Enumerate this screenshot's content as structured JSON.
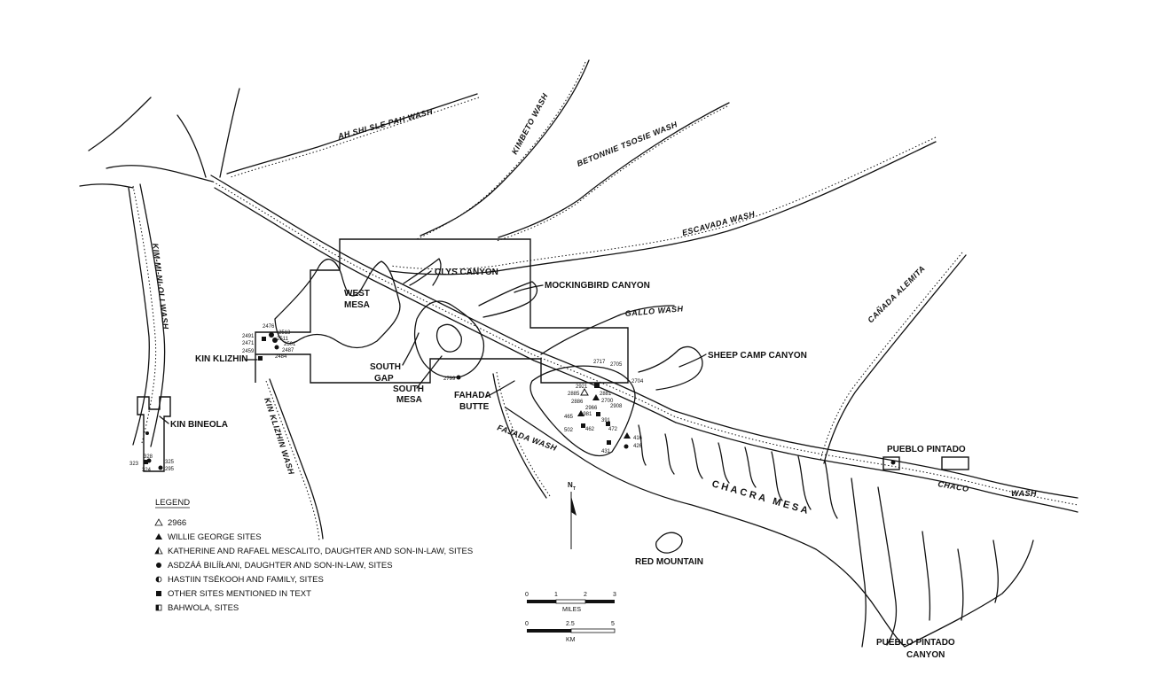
{
  "labels": {
    "ah_shi": "AH SHI SLE PAH WASH",
    "kimbeto": "KIMBETO WASH",
    "betonnie": "BETONNIE TSOSIE WASH",
    "escavada": "ESCAVADA WASH",
    "kim_mi": "KIM-MI-NI-OLI WASH",
    "canada": "CAÑADA ALEMITA",
    "gallo": "GALLO WASH",
    "fajada": "FAJADA WASH",
    "kin_klizhin_wash": "KIN KLIZHIN WASH",
    "chaco": "CHACO",
    "wash": "WASH",
    "clys": "CLYS CANYON",
    "mockingbird": "MOCKINGBIRD CANYON",
    "west": "WEST",
    "mesa": "MESA",
    "south_gap_1": "SOUTH",
    "south_gap_2": "GAP",
    "south_mesa_1": "SOUTH",
    "south_mesa_2": "MESA",
    "fahada_1": "FAHADA",
    "fahada_2": "BUTTE",
    "sheep": "SHEEP CAMP CANYON",
    "kin_klizhin": "KIN KLIZHIN",
    "kin_bineola": "KIN BINEOLA",
    "pueblo_pintado": "PUEBLO PINTADO",
    "chacra_mesa": "CHACRA MESA",
    "red_mountain": "RED MOUNTAIN",
    "pp_canyon_1": "PUEBLO PINTADO",
    "pp_canyon_2": "CANYON"
  },
  "site_numbers": {
    "s2476": "2476",
    "s2491": "2491",
    "s2471": "2471",
    "s2513": "2513",
    "s2511": "2511",
    "s2501": "2501",
    "s2487": "2487",
    "s2459": "2459",
    "s2484": "2484",
    "s328": "328",
    "s323": "323",
    "s325": "325",
    "s324": "324",
    "s295": "295",
    "s2799": "2799",
    "s2717": "2717",
    "s2705": "2705",
    "s2704": "2704",
    "s2921": "2921",
    "s2885": "2885",
    "s2886": "2886",
    "s2966": "2966",
    "s2700": "2700",
    "s2908": "2908",
    "s2881": "2881",
    "s465": "465",
    "s1981": "1981",
    "s391": "391",
    "s502": "502",
    "s462": "462",
    "s472": "472",
    "s416": "416",
    "s426": "426",
    "s431": "431"
  },
  "north": "N",
  "north_sub": "T",
  "legend": {
    "title": "LEGEND",
    "items": [
      {
        "symbol": "open-triangle",
        "label": "2966"
      },
      {
        "symbol": "filled-triangle",
        "label": "WILLIE GEORGE SITES"
      },
      {
        "symbol": "half-triangle",
        "label": "KATHERINE AND RAFAEL MESCALITO, DAUGHTER AND SON-IN-LAW, SITES"
      },
      {
        "symbol": "filled-circle",
        "label": "ASDZÁÁ BILÍÍŁANI, DAUGHTER AND SON-IN-LAW, SITES"
      },
      {
        "symbol": "half-circle",
        "label": "HASTIIN TSÉKOOH AND FAMILY, SITES"
      },
      {
        "symbol": "filled-square",
        "label": "OTHER SITES MENTIONED IN TEXT"
      },
      {
        "symbol": "half-square",
        "label": "BAHWOLA, SITES"
      }
    ]
  },
  "scale_miles": {
    "ticks": [
      "0",
      "1",
      "2",
      "3"
    ],
    "unit": "MILES"
  },
  "scale_km": {
    "ticks": [
      "0",
      "2.5",
      "5"
    ],
    "unit": "KM"
  }
}
